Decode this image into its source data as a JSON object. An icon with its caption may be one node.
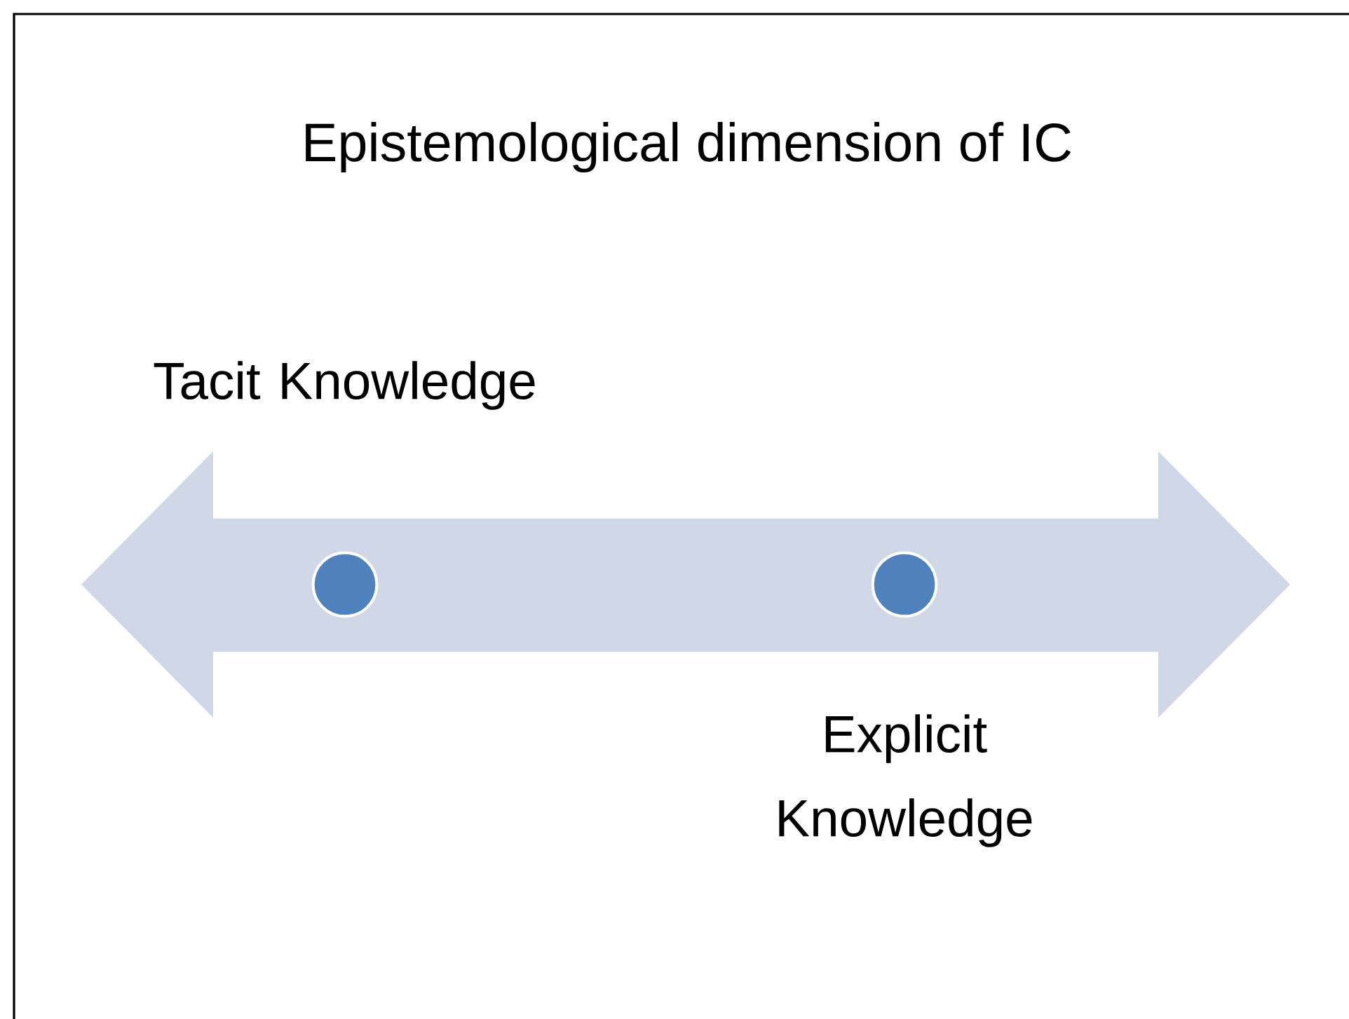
{
  "diagram": {
    "title": "Epistemological dimension of IC",
    "nodes": [
      {
        "text": [
          "Tacit Knowledge"
        ]
      },
      {
        "text": [
          "Explicit Knowledge"
        ]
      }
    ]
  }
}
